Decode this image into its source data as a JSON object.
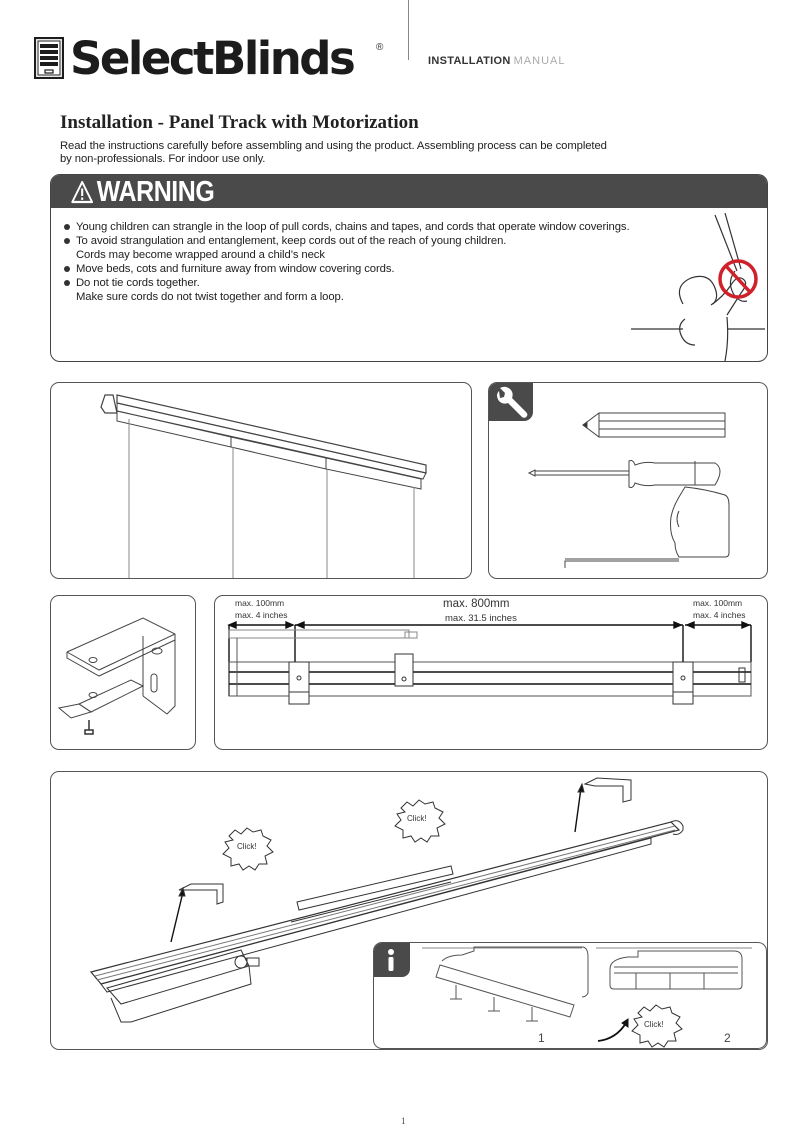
{
  "header": {
    "brand": "SelectBlinds",
    "registered_mark": "®",
    "doc_type_bold": "INSTALLATION",
    "doc_type_light": "MANUAL",
    "logo_icon": "window-blind-icon"
  },
  "document": {
    "title": "Installation - Panel Track with Motorization",
    "intro": "Read the instructions carefully before assembling and using the product. Assembling process can be completed by non-professionals. For indoor use only."
  },
  "warning": {
    "icon": "warning-triangle-icon",
    "title": "WARNING",
    "items": [
      {
        "text": "Young children can strangle in the loop of pull cords, chains and tapes, and cords that operate window coverings.",
        "sub": ""
      },
      {
        "text": "To avoid strangulation and entanglement, keep cords out of the reach of young children.",
        "sub": "Cords may become wrapped around a child’s neck"
      },
      {
        "text": "Move beds, cots and furniture away from window covering cords.",
        "sub": ""
      },
      {
        "text": "Do not tie cords together.",
        "sub": "Make sure cords do not twist together and form a loop."
      }
    ],
    "illustration": "child-cord-prohibited-icon",
    "prohibit_color": "#d0202a"
  },
  "tools": {
    "icon": "wrench-icon",
    "items": [
      "pencil",
      "screwdriver",
      "tape-measure"
    ]
  },
  "bracket_spacing": {
    "left_max_mm": "max. 100mm",
    "left_max_in": "max. 4 inches",
    "center_max_mm": "max. 800mm",
    "center_max_in": "max. 31.5 inches",
    "right_max_mm": "max. 100mm",
    "right_max_in": "max. 4 inches"
  },
  "mounting": {
    "click_labels": [
      "Click!",
      "Click!",
      "Click!"
    ],
    "info_icon": "info-icon",
    "steps": [
      "1",
      "2"
    ]
  },
  "footer": {
    "page_number": "1"
  }
}
